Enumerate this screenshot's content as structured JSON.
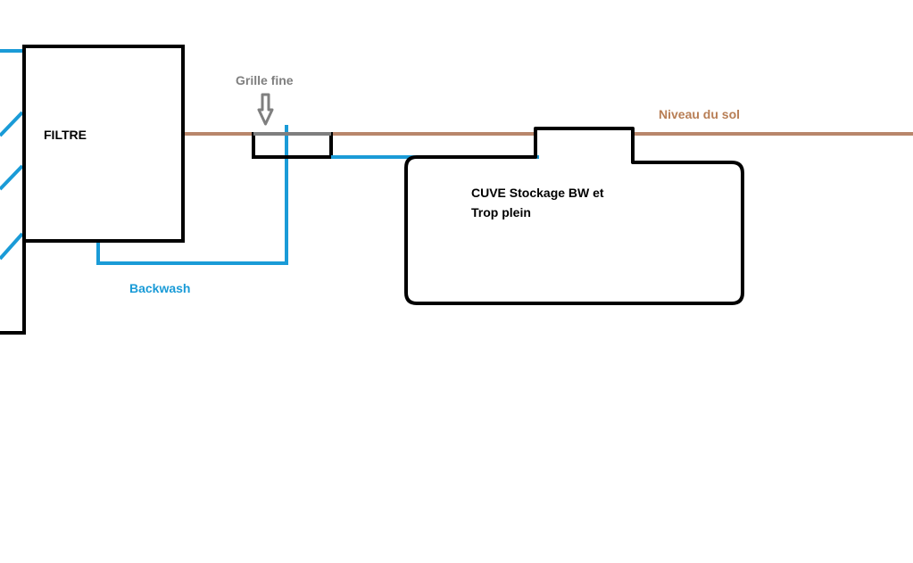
{
  "labels": {
    "filter": "FILTRE",
    "screen": "Grille fine",
    "ground": "Niveau du sol",
    "tank_line1": "CUVE Stockage BW et",
    "tank_line2": "Trop plein",
    "backwash": "Backwash"
  },
  "colors": {
    "outline": "#000000",
    "pipe": "#1a9bd7",
    "ground": "#b8866b",
    "screen": "#7f7f7f",
    "ground_label": "#b87e55",
    "screen_label": "#7f7f7f",
    "backwash_label": "#1a9bd7",
    "text": "#000000"
  }
}
